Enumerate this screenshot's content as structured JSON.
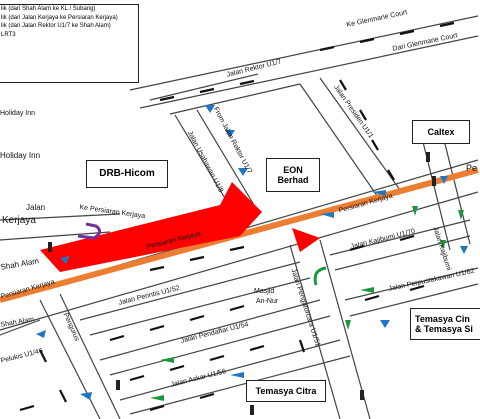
{
  "legend": {
    "items": [
      "lik (dari Shah Alam ke KL / Subang)",
      "lik (dari Jalan Kerjaya ke Persiaran Kerjaya)",
      "lik (dari Jalan Rektor U1/7 ke Shah Alam)",
      "LRT3",
      ""
    ]
  },
  "buildings": {
    "drb_hicom": "DRB-Hicom",
    "eon_line1": "EON",
    "eon_line2": "Berhad",
    "caltex": "Caltex",
    "temasya_citra": "Temasya Citra",
    "temasya_cinema_line1": "Temasya Cin",
    "temasya_cinema_line2": "& Temasya Si"
  },
  "roads": {
    "ke_glenmarie_court": "Ke Glenmarie Court",
    "dari_glenmarie_court": "Dari Glenmarie Court",
    "jalan_rektor": "Jalan Rektor U1/7",
    "jalan_presiden": "Jalan Presiden U1/1",
    "holiday_inn_top": "Holiday Inn",
    "holiday_inn_2": "Holiday Inn",
    "from_jalan_rektor": "From Jalan Rektor U1/7",
    "jalan_usahawan": "Jalan Usahawan U1/8",
    "persiaran_kerjaya_main": "Persiaran Kerjaya",
    "persiaran_kerjaya_right": "Persiaran Kerjaya",
    "persiaran_kerjaya_left": "Persiaran Kerjaya",
    "ke_persiaran_kerjaya": "Ke Persiaran Kerjaya",
    "jalan_top": "Jalan",
    "kerjaya": "Kerjaya",
    "shah_alam": "Shah Alam",
    "shah_alam_2": "Shah Alam",
    "jalan_kajibumi": "Jalan Kajibumi U1/70",
    "jalan_kajibumi_short": "Jalan Kajibumi",
    "jalan_perintis": "Jalan Perintis U1/52",
    "jalan_pengaturcara": "Jalan Pengaturcara U1/51",
    "jalan_pengurus": "Pengurus",
    "jalan_perpustakawan": "Jalan Perpustakawan U1/62",
    "jalan_pendaftar": "Jalan Pendaftar U1/54",
    "jalan_askar": "Jalan Askar U1/56",
    "pelukis": "Pelukis U1/46",
    "masjid_line1": "Masjid",
    "masjid_line2": "An-Nur",
    "pe_right": "Pe"
  },
  "colors": {
    "flow_shah_alam": "#ff0000",
    "flow_kerjaya": "#7030a0",
    "flow_rektor": "#1f77c4",
    "lrt3": "#ed7d31",
    "green_arrow": "#1a9641",
    "road_edge": "#444444",
    "arrow_dark": "#111111"
  }
}
